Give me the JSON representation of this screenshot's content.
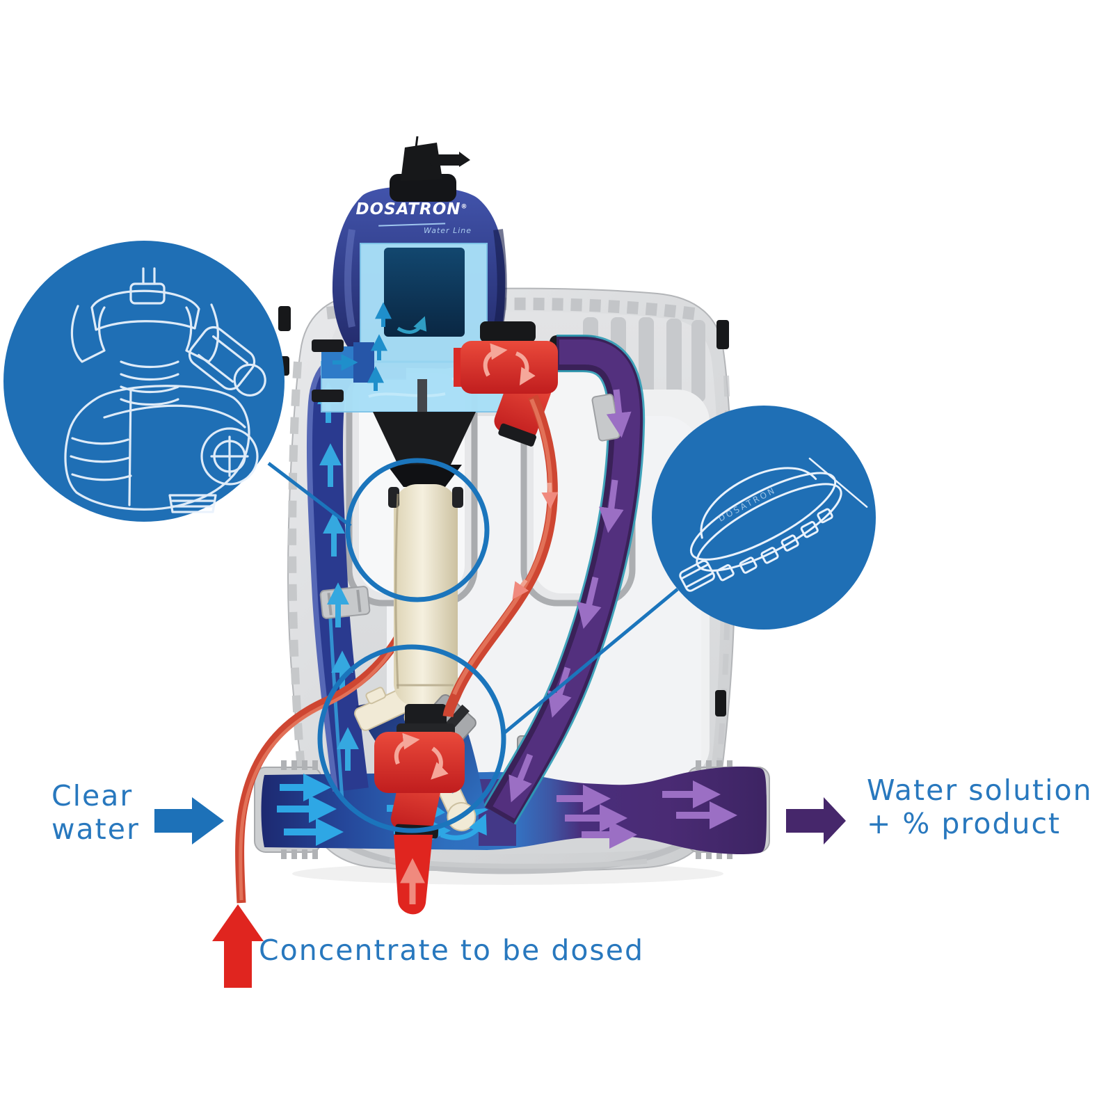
{
  "diagram": {
    "brand": "DOSATRON",
    "brand_reg": "®",
    "brand_sub": "Water Line",
    "inset_right_logo": "DOSATRON",
    "labels": {
      "input": {
        "line1": "Clear",
        "line2": "water"
      },
      "output": {
        "line1": "Water solution",
        "line2": "+ % product"
      },
      "concentrate": "Concentrate to be dosed"
    },
    "icons": {
      "input_arrow": "right-arrow",
      "output_arrow": "right-arrow",
      "concentrate_arrow": "up-arrow",
      "flow_arrows": "directional-flow-arrows"
    },
    "colors": {
      "clear_water_arrow": "#1D71B8",
      "solution_arrow": "#46276B",
      "concentrate_arrow": "#E0251F",
      "label_text": "#2878BE",
      "inset_fill": "#1F6FB5",
      "callout_stroke": "#1B75BC",
      "clear_water_pipe": "#2A3A8F",
      "solution_pipe": "#53307E",
      "concentrate_tube": "#CE4632"
    }
  }
}
